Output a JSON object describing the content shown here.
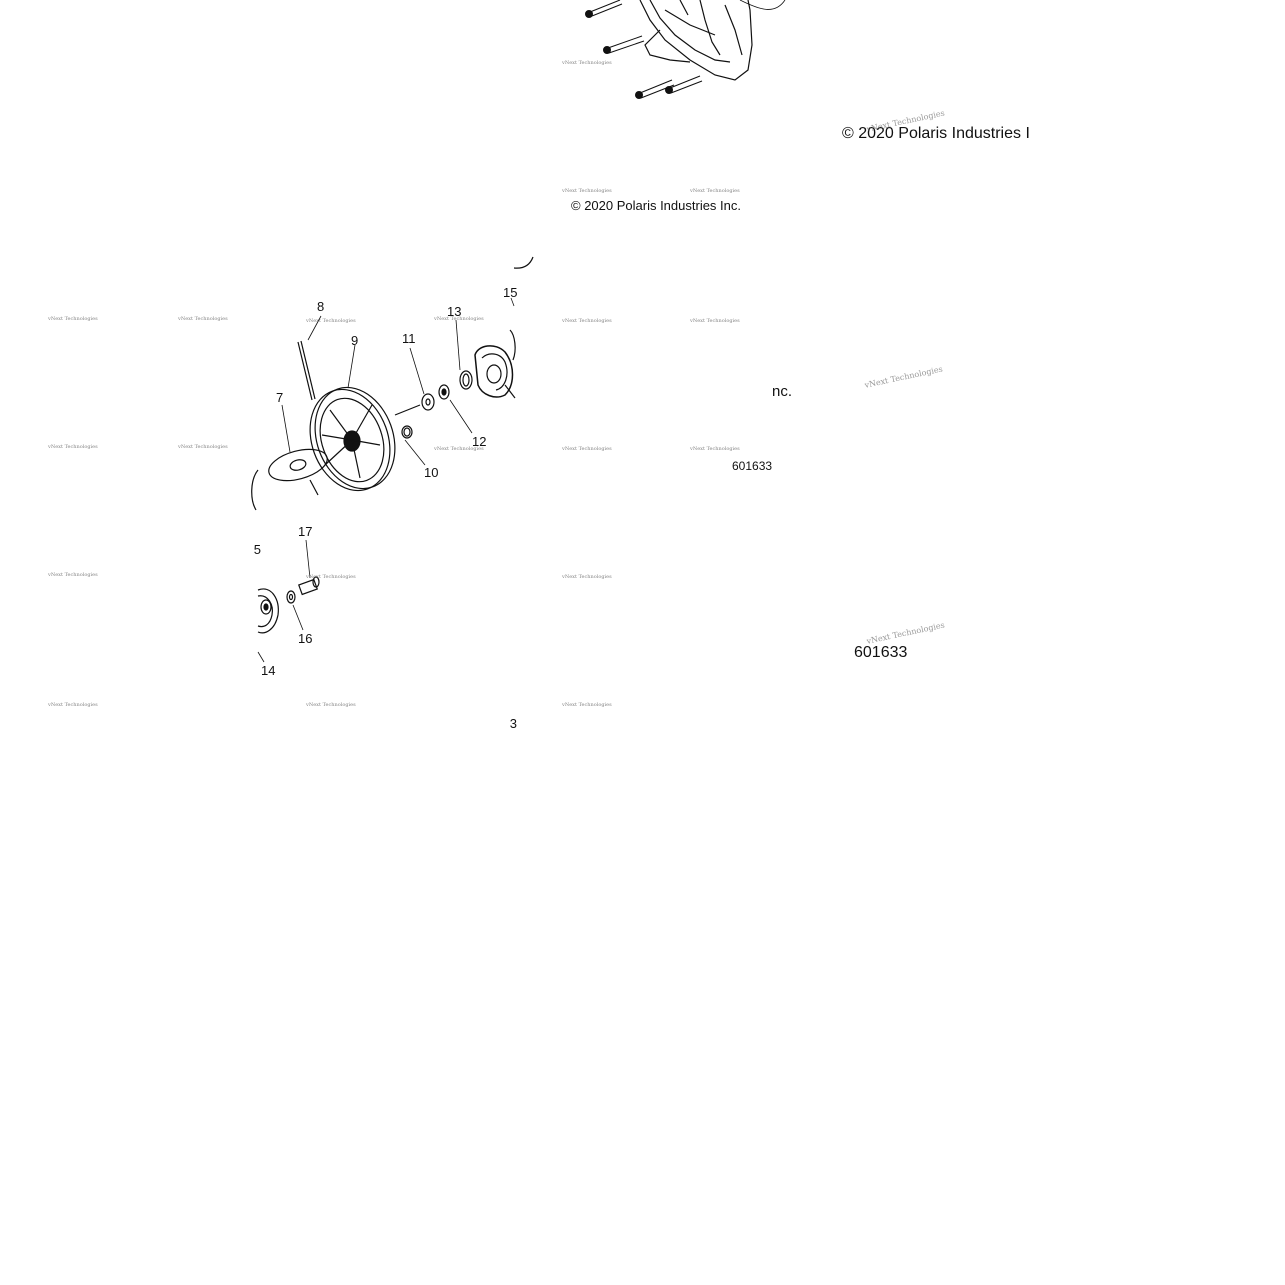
{
  "copyright": {
    "main": "© 2020 Polaris Industries Inc.",
    "top_right": "© 2020 Polaris Industries I",
    "partial_right": "nc."
  },
  "figure_number": {
    "small": "601633",
    "large": "601633"
  },
  "watermark": {
    "text": "vNext Technologies"
  },
  "callouts": {
    "c7": "7",
    "c8": "8",
    "c9": "9",
    "c10": "10",
    "c11": "11",
    "c12": "12",
    "c13": "13",
    "c14": "14",
    "c15": "15",
    "c16": "16",
    "c17": "17",
    "c5_partial": "5",
    "c3_partial": "3"
  }
}
